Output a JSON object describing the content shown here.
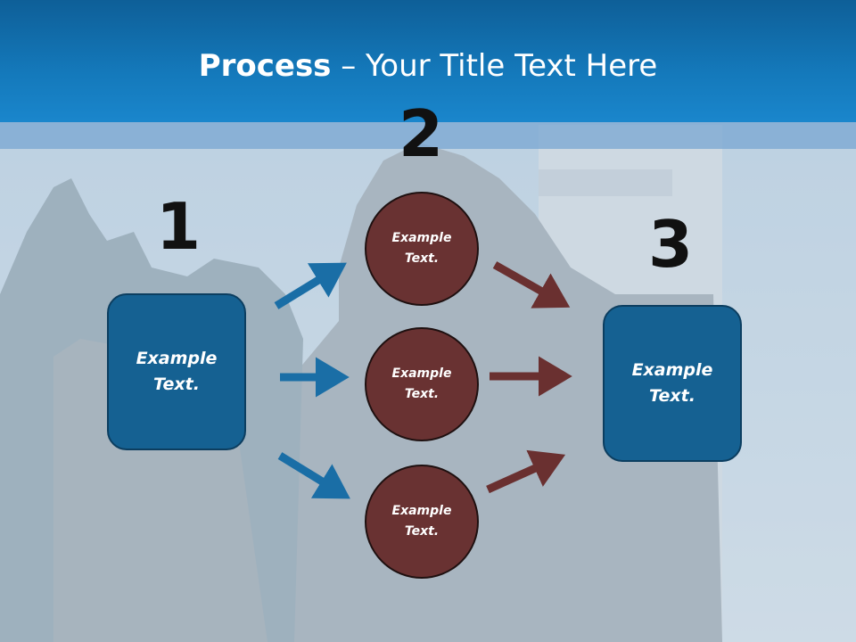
{
  "title": {
    "bold": "Process",
    "rest": " – Your Title Text Here"
  },
  "steps": [
    {
      "number": "1",
      "box_text": "Example\nText."
    },
    {
      "number": "2",
      "circles": [
        "Example\nText.",
        "Example\nText.",
        "Example\nText."
      ]
    },
    {
      "number": "3",
      "box_text": "Example\nText."
    }
  ],
  "colors": {
    "title_bar": "#1479bb",
    "box": "#156192",
    "circle": "#693232",
    "arrow_blue": "#1a6ea6",
    "arrow_red": "#6a3030"
  }
}
